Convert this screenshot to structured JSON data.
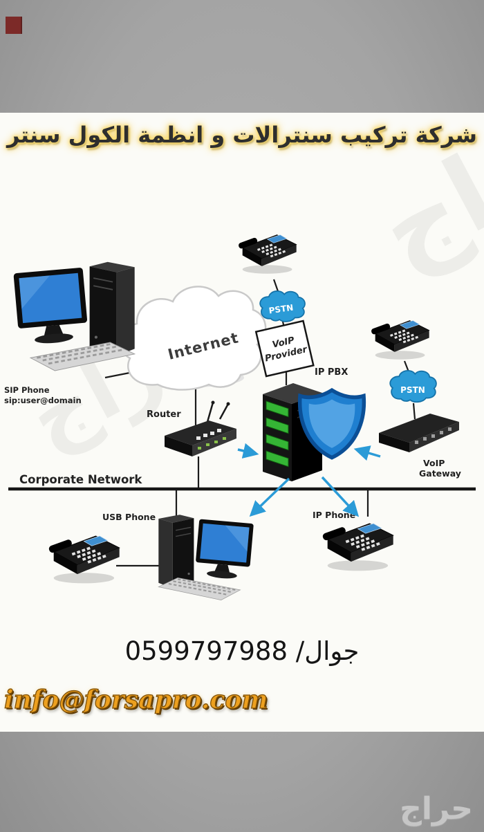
{
  "meta": {
    "background_color": "#a4a4a4",
    "panel_color": "#fbfbf7"
  },
  "header": {
    "title": "شركة تركيب سنترالات و انظمة الكول سنتر"
  },
  "diagram": {
    "internet_label": "Internet",
    "pstn_top_label": "PSTN",
    "pstn_right_label": "PSTN",
    "voip_provider_line1": "VoIP",
    "voip_provider_line2": "Provider",
    "sip_phone_line1": "SIP Phone",
    "sip_phone_line2": "sip:user@domain",
    "router_label": "Router",
    "ip_pbx_label": "IP PBX",
    "voip_gateway_line1": "VoIP",
    "voip_gateway_line2": "Gateway",
    "corporate_network_label": "Corporate Network",
    "usb_phone_label": "USB Phone",
    "ip_phone_label": "IP Phone"
  },
  "contact": {
    "mobile": "جوال/ 0599797988",
    "email": "info@forsapro.com"
  },
  "watermark": {
    "site": "حراج",
    "faint": "حراج"
  },
  "colors": {
    "accent_blue": "#2b9bd7",
    "shield_blue": "#1f7fd0",
    "bay_green": "#35b535",
    "gold": "#eda01f",
    "title_glow": "#ffd84d",
    "screen_blue": "#2f7fd4"
  }
}
